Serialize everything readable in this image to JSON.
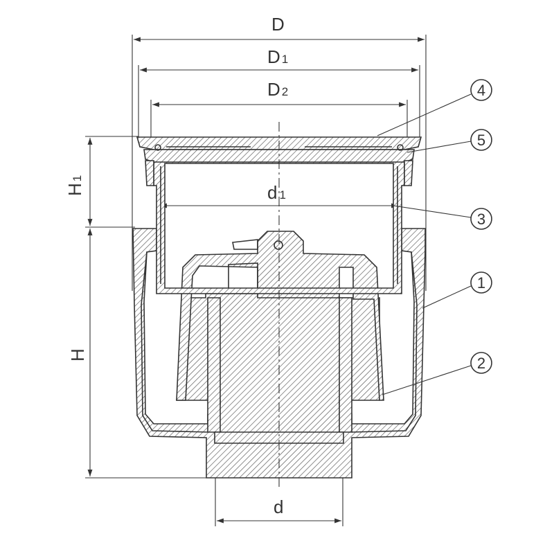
{
  "dimensions": {
    "D": {
      "main": "D",
      "sub": ""
    },
    "D1": {
      "main": "D",
      "sub": "1"
    },
    "D2": {
      "main": "D",
      "sub": "2"
    },
    "d1": {
      "main": "d",
      "sub": "1"
    },
    "H1": {
      "main": "H",
      "sub": "1"
    },
    "H": {
      "main": "H",
      "sub": ""
    },
    "d": {
      "main": "d",
      "sub": ""
    }
  },
  "callouts": [
    "4",
    "5",
    "3",
    "1",
    "2"
  ],
  "colors": {
    "line": "#333333",
    "background": "#ffffff"
  }
}
